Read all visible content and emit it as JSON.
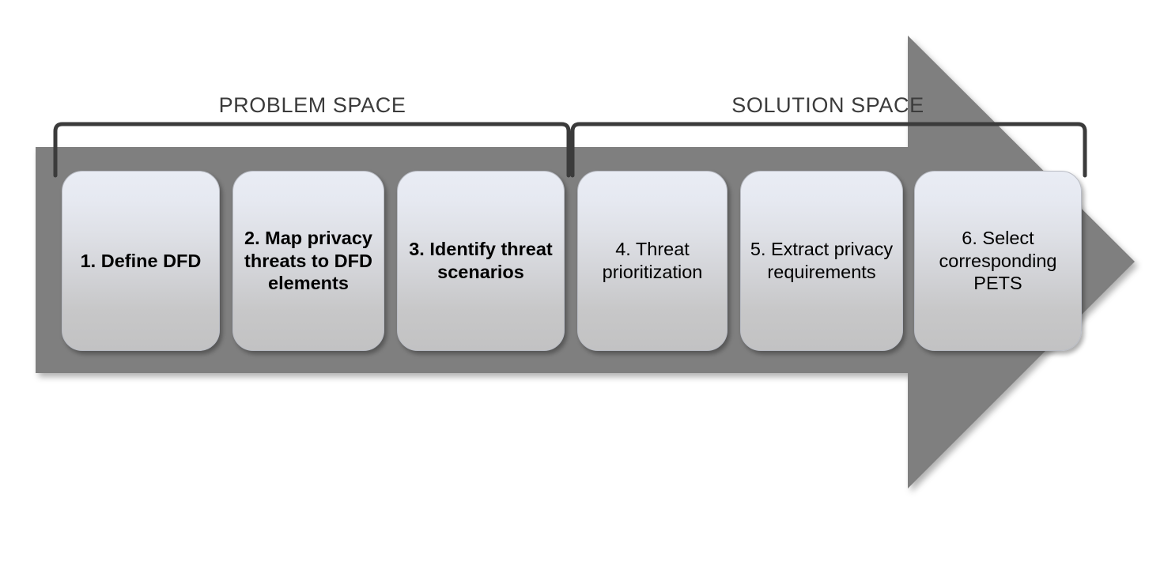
{
  "diagram": {
    "title": "Privacy threat modeling six-step process",
    "colors": {
      "arrow_gray": "#7f7f7f",
      "bracket_stroke": "#3b3b3b",
      "label_text": "#3b3b3b",
      "box_text": "#000000",
      "box_gradient_top": "#e9ecf4",
      "box_gradient_bottom": "#c2c2c3",
      "background": "#ffffff"
    },
    "phases": [
      {
        "label": "PROBLEM SPACE",
        "covers_steps": [
          1,
          2,
          3
        ]
      },
      {
        "label": "SOLUTION SPACE",
        "covers_steps": [
          4,
          5,
          6
        ]
      }
    ],
    "steps": [
      {
        "number": "1",
        "text": "1. Define DFD",
        "emphasis": "bold"
      },
      {
        "number": "2",
        "text": "2. Map privacy threats to DFD elements",
        "emphasis": "bold"
      },
      {
        "number": "3",
        "text": "3. Identify threat scenarios",
        "emphasis": "bold"
      },
      {
        "number": "4",
        "text": "4. Threat prioritization",
        "emphasis": "normal"
      },
      {
        "number": "5",
        "text": "5. Extract privacy requirements",
        "emphasis": "normal"
      },
      {
        "number": "6",
        "text": "6. Select corresponding PETS",
        "emphasis": "normal"
      }
    ],
    "arrow": {
      "direction": "right",
      "shape": "block-arrow"
    }
  }
}
